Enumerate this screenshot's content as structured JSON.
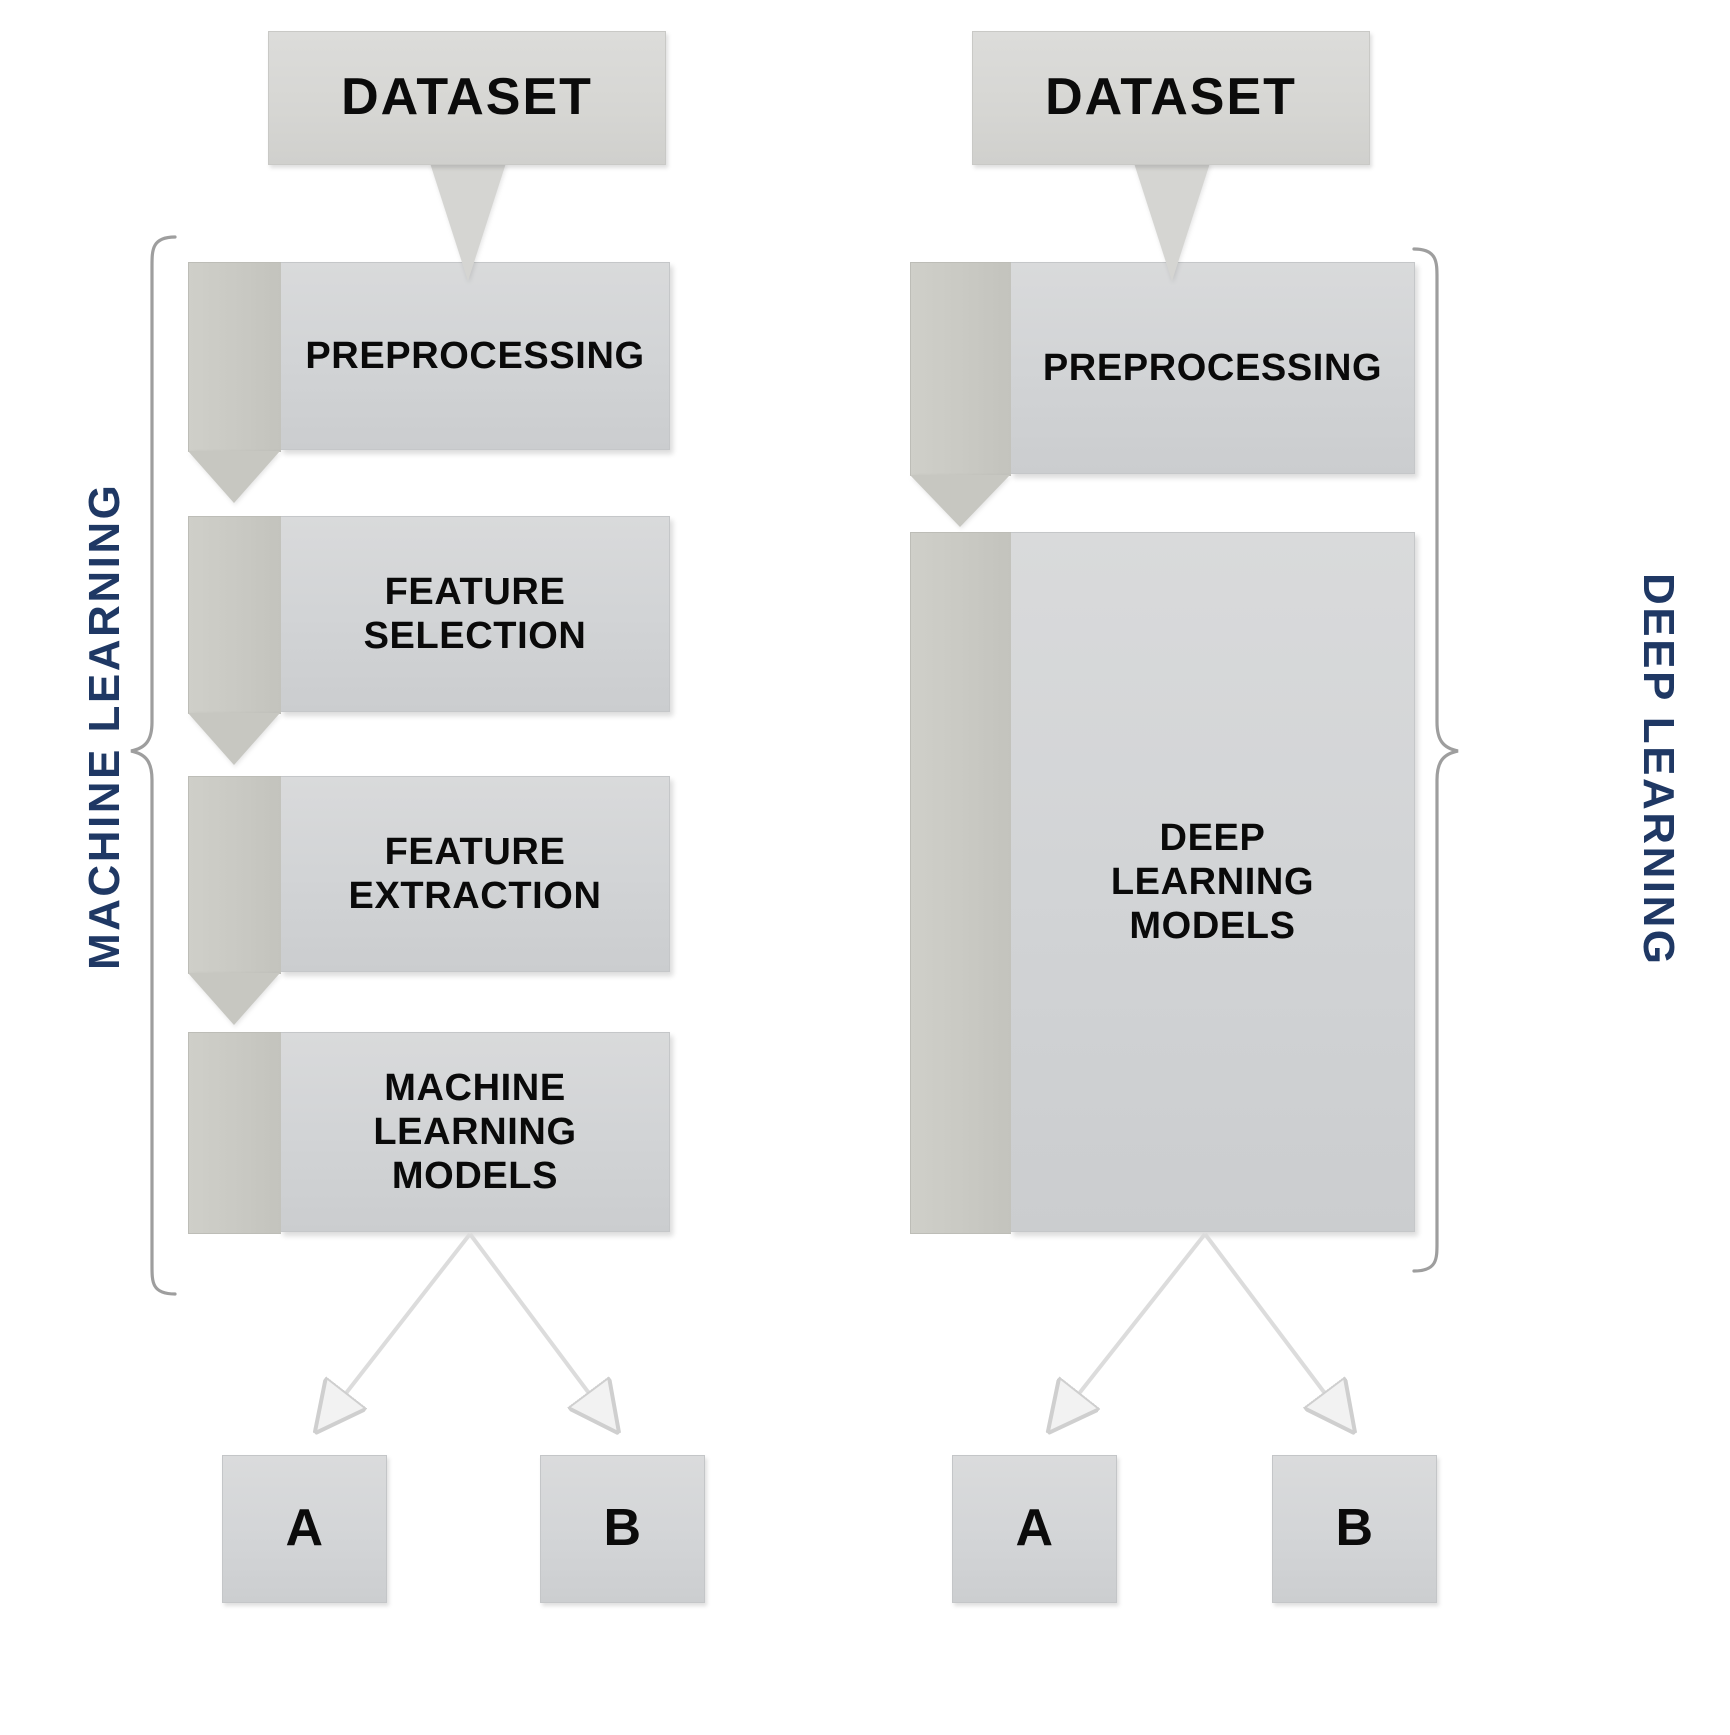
{
  "diagram": {
    "title": "Machine Learning vs Deep Learning pipeline comparison",
    "accent_color": "#1f3864",
    "box_fill": "#d2d4d6",
    "tab_fill": "#c9c9c3",
    "arrow_color": "#d9d9d9"
  },
  "left_pipeline": {
    "group_label": "MACHINE LEARNING",
    "dataset_label": "DATASET",
    "steps": [
      {
        "label": "PREPROCESSING"
      },
      {
        "label": "FEATURE\nSELECTION",
        "line1": "FEATURE",
        "line2": "SELECTION"
      },
      {
        "label": "FEATURE\nEXTRACTION",
        "line1": "FEATURE",
        "line2": "EXTRACTION"
      },
      {
        "label": "MACHINE\nLEARNING\nMODELS",
        "line1": "MACHINE",
        "line2": "LEARNING",
        "line3": "MODELS"
      }
    ],
    "outputs": [
      {
        "label": "A"
      },
      {
        "label": "B"
      }
    ]
  },
  "right_pipeline": {
    "group_label": "DEEP LEARNING",
    "dataset_label": "DATASET",
    "steps": [
      {
        "label": "PREPROCESSING"
      },
      {
        "label": "DEEP\nLEARNING\nMODELS",
        "line1": "DEEP",
        "line2": "LEARNING",
        "line3": "MODELS"
      }
    ],
    "outputs": [
      {
        "label": "A"
      },
      {
        "label": "B"
      }
    ]
  }
}
